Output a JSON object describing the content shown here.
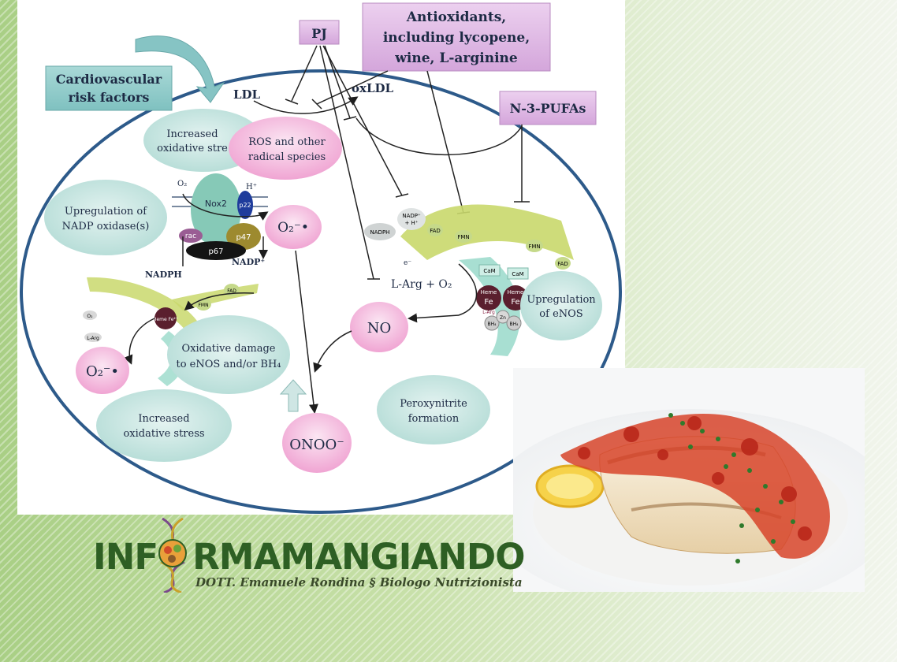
{
  "diagram": {
    "risk_factors": [
      "Cardiovascular",
      "risk factors"
    ],
    "pj": "PJ",
    "antioxidants": [
      "Antioxidants,",
      "including lycopene,",
      "wine, L-arginine"
    ],
    "n3_pufas": "N-3-PUFAs",
    "ldl": "LDL",
    "oxldl": "oxLDL",
    "increased_oxidative_stress_top": [
      "Increased",
      "oxidative stre"
    ],
    "ros": [
      "ROS and other",
      "radical species"
    ],
    "upregulation_nadp": [
      "Upregulation of",
      "NADP oxidase(s)"
    ],
    "nox2": "Nox2",
    "p22": "p22",
    "rac": "rac",
    "p47": "p47",
    "p67": "p67",
    "o2_small": "O₂",
    "h_plus": "H⁺",
    "nadph": "NADPH",
    "nadp_plus": "NADP⁺",
    "superoxide_1": "O₂⁻•",
    "nadp_h": [
      "NADP⁺",
      "+ H⁺"
    ],
    "nadph_right": "NADPH",
    "fad": "FAD",
    "fmn": "FMN",
    "cam": "CaM",
    "heme": "Heme",
    "fe": "Fe",
    "bh4": "BH₄",
    "zn": "Zn",
    "larg": "L-Arg",
    "larg_o2": "L-Arg + O₂",
    "e_minus": "e⁻",
    "upregulation_enos": [
      "Upregulation",
      "of eNOS"
    ],
    "no": "NO",
    "oxidative_damage": [
      "Oxidative damage",
      "to eNOS and/or BH₄"
    ],
    "superoxide_2": "O₂⁻•",
    "increased_oxidative_stress_bottom": [
      "Increased",
      "oxidative stress"
    ],
    "onoo": "ONOO⁻",
    "peroxynitrite": [
      "Peroxynitrite",
      "formation"
    ],
    "left_enzyme_o2": "O₂",
    "left_enzyme_larg": "L-Arg",
    "left_heme": "Heme Fe²⁺"
  },
  "logo": {
    "brand_pre": "INF",
    "brand_post": "RMAMANGIANDO",
    "subtitle": "DOTT. Emanuele Rondina § Biologo Nutrizionista",
    "brand_color": "#2e5f24"
  },
  "photo": {
    "subject": "grilled-fish-with-tomato-sauce-and-lemon"
  }
}
